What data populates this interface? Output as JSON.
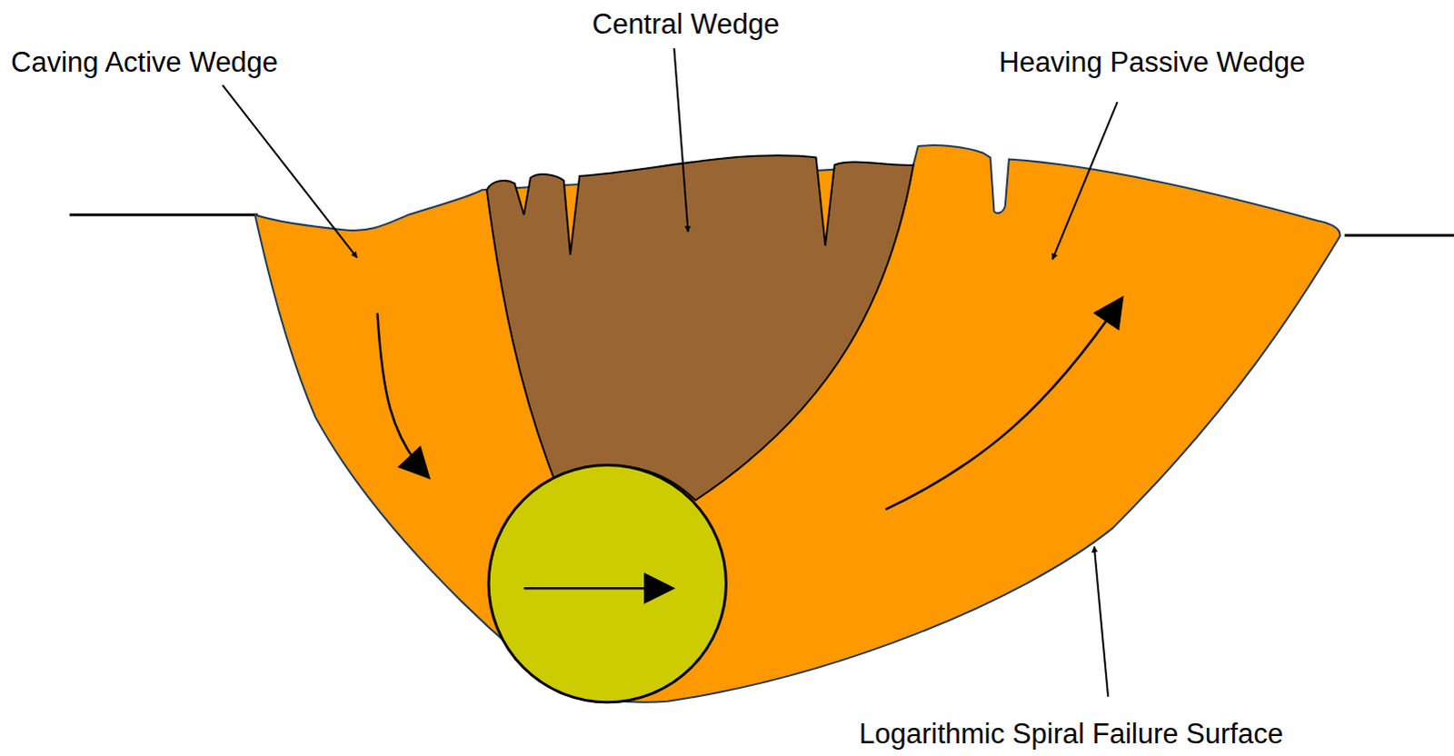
{
  "diagram": {
    "labels": [
      "Caving Active Wedge",
      "Central Wedge",
      "Heaving Passive Wedge",
      "Logarithmic Spiral Failure Surface"
    ]
  }
}
